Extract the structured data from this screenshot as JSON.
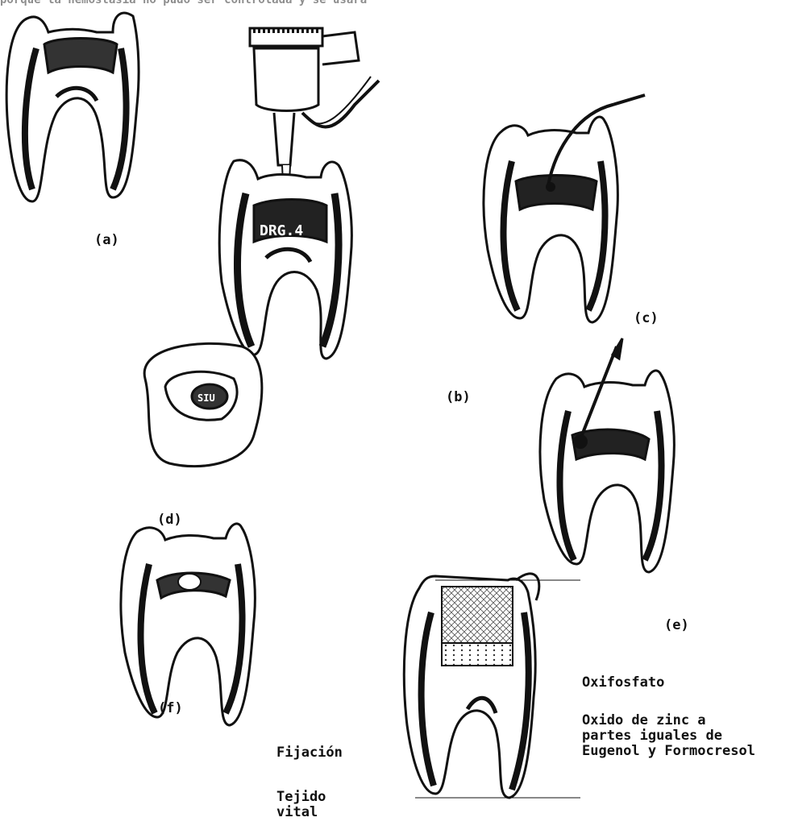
{
  "header_caption": "porque la hemostasia no pudo ser controlada y se usará",
  "panel_labels": {
    "a": "(a)",
    "b": "(b)",
    "c": "(c)",
    "d": "(d)",
    "e": "(e)",
    "f": "(f)"
  },
  "annotations": {
    "fijacion": "Fijación",
    "tejido_vital": "Tejido\nvital",
    "oxifosfato": "Oxifosfato",
    "oxido_zinc": "Oxido de zinc a\npartes iguales de\nEugenol y Formocresol"
  }
}
